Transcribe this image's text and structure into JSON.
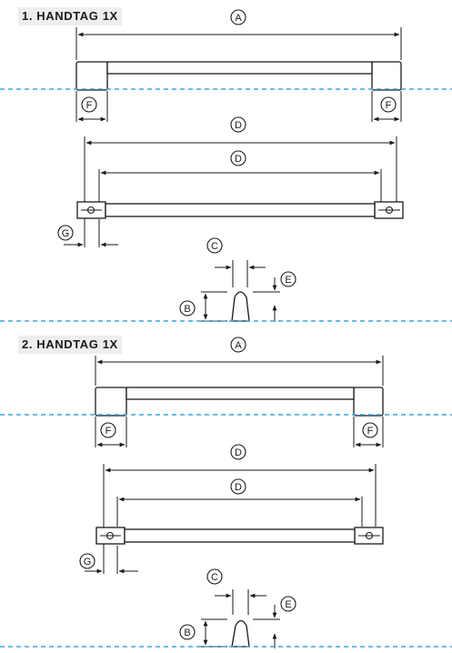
{
  "sections": [
    {
      "title": "1. HANDTAG 1X"
    },
    {
      "title": "2. HANDTAG 1X"
    }
  ],
  "labels": {
    "a": "A",
    "b": "B",
    "c": "C",
    "d": "D",
    "e": "E",
    "f": "F",
    "g": "G"
  },
  "colors": {
    "line": "#1a1a1a",
    "guide": "#35a7e0",
    "title_bg": "#eeeeee"
  }
}
